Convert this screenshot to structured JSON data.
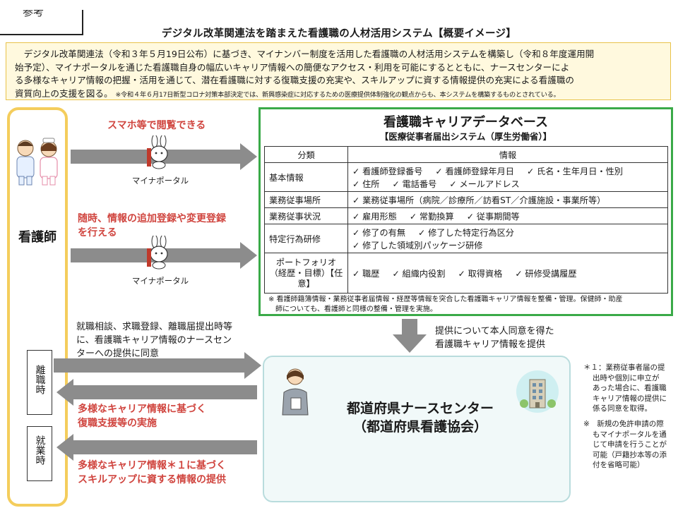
{
  "corner_label": "参考",
  "title": "デジタル改革関連法を踏まえた看護職の人材活用システム【概要イメージ】",
  "intro": {
    "lines": [
      "　デジタル改革関連法（令和３年５月19日公布）に基づき、マイナンバー制度を活用した看護職の人材活用システムを構築し（令和８年度運用開",
      "始予定）、マイナポータルを通じた看護職自身の幅広いキャリア情報への簡便なアクセス・利用を可能にするとともに、ナースセンターによ",
      "る多様なキャリア情報の把握・活用を通じて、潜在看護職に対する復職支援の充実や、スキルアップに資する情報提供の充実による看護職の"
    ],
    "last_line": "資質向上の支援を図る。",
    "note": "※令和４年６月17日新型コロナ対策本部決定では、新興感染症に対応するための医療提供体制強化の観点からも、本システムを構築するものとされている。"
  },
  "nurse": {
    "label": "看護師",
    "leaving": "離職時",
    "employed": "就業時"
  },
  "flows": {
    "view_label": "スマホ等で閲覧できる",
    "portal1": "マイナポータル",
    "update_line1": "随時、情報の追加登録や変更登録",
    "update_line2": "を行える",
    "portal2": "マイナポータル",
    "consent_lines": [
      "就職相談、求職登録、離職届提出時等",
      "に、看護職キャリア情報のナースセン",
      "ターへの提供に同意"
    ],
    "return_line1": "多様なキャリア情報に基づく",
    "return_line2": "復職支援等の実施",
    "skill_line1": "多様なキャリア情報＊１に基づく",
    "skill_line2": "スキルアップに資する情報の提供",
    "provide_line1": "提供について本人同意を得た",
    "provide_line2": "看護職キャリア情報を提供"
  },
  "database": {
    "title": "看護職キャリアデータベース",
    "subtitle": "【医療従事者届出システム（厚生労働省）】",
    "header": {
      "category": "分類",
      "info": "情報"
    },
    "rows": [
      {
        "category": "基本情報",
        "lines": [
          [
            "✓ 看護師登録番号",
            "✓ 看護師登録年月日",
            "✓ 氏名・生年月日・性別"
          ],
          [
            "✓ 住所",
            "✓ 電話番号",
            "✓ メールアドレス"
          ]
        ]
      },
      {
        "category": "業務従事場所",
        "lines": [
          [
            "✓ 業務従事場所（病院／診療所／訪看ST／介護施設・事業所等）"
          ]
        ]
      },
      {
        "category": "業務従事状況",
        "lines": [
          [
            "✓ 雇用形態",
            "✓ 常勤換算",
            "✓ 従事期間等"
          ]
        ]
      },
      {
        "category": "特定行為研修",
        "lines": [
          [
            "✓ 修了の有無",
            "✓ 修了した特定行為区分"
          ],
          [
            "✓ 修了した領域別パッケージ研修"
          ]
        ]
      },
      {
        "category": "ポートフォリオ（経歴・目標）【任意】",
        "lines": [
          [
            "✓ 職歴",
            "✓ 組織内役割",
            "✓ 取得資格",
            "✓ 研修受講履歴"
          ]
        ]
      }
    ],
    "note_line1": "※ 看護師籍簿情報・業務従事者届情報・経歴等情報を突合した看護職キャリア情報を整備・管理。保健師・助産",
    "note_line2": "　師についても、看護師と同様の整備・管理を実施。"
  },
  "nurse_center": {
    "title": "都道府県ナースセンター",
    "subtitle": "（都道府県看護協会）"
  },
  "side_notes": {
    "note1": [
      "＊１：業務従事者届の提",
      "出時や個別に申立が",
      "あった場合に、看護職",
      "キャリア情報の提供に",
      "係る同意を取得。"
    ],
    "note2": [
      "※　新規の免許申請の際",
      "もマイナポータルを通",
      "じて申請を行うことが",
      "可能（戸籍抄本等の添",
      "付を省略可能）"
    ]
  },
  "colors": {
    "nurse_border": "#f4cd5c",
    "db_border": "#3aaa48",
    "center_border": "#b9dcdd",
    "arrow_gray": "#8c8c8c",
    "accent_red": "#d0453f",
    "intro_bg": "#fff9de"
  }
}
